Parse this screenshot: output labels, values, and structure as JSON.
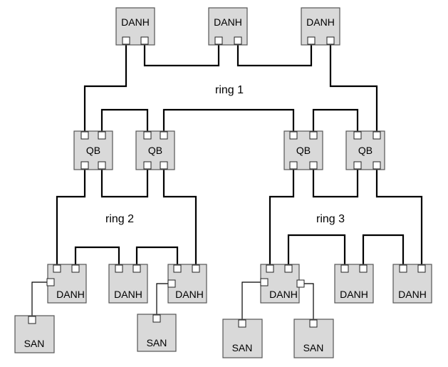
{
  "nodes": {
    "top_left": "DANH",
    "top_mid": "DANH",
    "top_right": "DANH",
    "qb1": "QB",
    "qb2": "QB",
    "qb3": "QB",
    "qb4": "QB",
    "ring2_a": "DANH",
    "ring2_b": "DANH",
    "ring2_c": "DANH",
    "ring3_a": "DANH",
    "ring3_b": "DANH",
    "ring3_c": "DANH",
    "san1": "SAN",
    "san2": "SAN",
    "san3": "SAN",
    "san4": "SAN"
  },
  "rings": {
    "ring1": "ring 1",
    "ring2": "ring 2",
    "ring3": "ring 3"
  }
}
